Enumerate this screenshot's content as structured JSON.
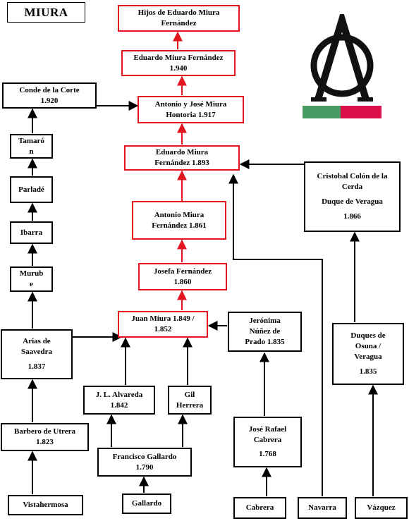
{
  "title": "MIURA",
  "logo": {
    "monogram": "AO",
    "colors": {
      "ink": "#111111",
      "green": "#4a9a64",
      "red": "#dd0f4d"
    }
  },
  "line_colors": {
    "red_lineage": "#e2141d",
    "black_lineage": "#000000"
  },
  "nodes": {
    "hijos_eduardo": [
      "Hijos de Eduardo Miura",
      "Fernández"
    ],
    "eduardo_1940": [
      "Eduardo Miura Fernández",
      "1.940"
    ],
    "antonio_jose_1917": [
      "Antonio y José Miura",
      "Hontoria 1.917"
    ],
    "eduardo_1893": [
      "Eduardo Miura",
      "Fernández 1.893"
    ],
    "antonio_1861": [
      "Antonio Miura",
      "Fernández 1.861"
    ],
    "josefa_1860": [
      "Josefa Fernández",
      "1.860"
    ],
    "juan_1849": [
      "Juan Miura 1.849 /",
      "1.852"
    ],
    "conde_corte": [
      "Conde de la Corte",
      "1.920"
    ],
    "tamaron": [
      "Tamaró",
      "n"
    ],
    "parlade": [
      "Parladé"
    ],
    "ibarra": [
      "Ibarra"
    ],
    "murube": [
      "Murub",
      "e"
    ],
    "arias_saavedra": [
      "Arias de",
      "Saavedra",
      "1.837"
    ],
    "barbero_utrera": [
      "Barbero de Utrera",
      "1.823"
    ],
    "vistahermosa": [
      "Vistahermosa"
    ],
    "jl_alvareda": [
      "J. L. Alvareda",
      "1.842"
    ],
    "gil_herrera": [
      "Gil",
      "Herrera"
    ],
    "francisco_gallardo": [
      "Francisco Gallardo",
      "1.790"
    ],
    "gallardo": [
      "Gallardo"
    ],
    "jeronima": [
      "Jerónima",
      "Núñez de",
      "Prado 1.835"
    ],
    "jose_rafael_cabrera": [
      "José Rafael",
      "Cabrera",
      "1.768"
    ],
    "cabrera": [
      "Cabrera"
    ],
    "navarra": [
      "Navarra"
    ],
    "cristobal_colon": [
      "Cristobal Colón de la",
      "Cerda",
      "Duque de Veragua",
      "1.866"
    ],
    "duques_osuna": [
      "Duques de",
      "Osuna /",
      "Veragua",
      "1.835"
    ],
    "vazquez": [
      "Vázquez"
    ]
  }
}
